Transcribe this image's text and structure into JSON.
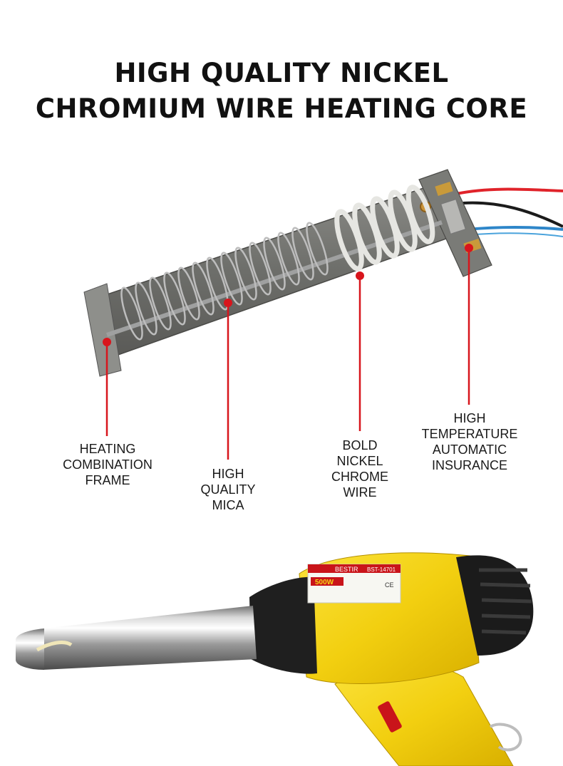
{
  "headline": {
    "line1": "HIGH QUALITY NICKEL",
    "line2": "CHROMIUM WIRE HEATING CORE"
  },
  "callouts": {
    "frame": {
      "lines": [
        "HEATING",
        "COMBINATION",
        "FRAME"
      ]
    },
    "mica": {
      "lines": [
        "HIGH",
        "QUALITY",
        "MICA"
      ]
    },
    "wire": {
      "lines": [
        "BOLD",
        "NICKEL",
        "CHROME",
        "WIRE"
      ]
    },
    "insurance": {
      "lines": [
        "HIGH",
        "TEMPERATURE",
        "AUTOMATIC",
        "INSURANCE"
      ]
    }
  },
  "gun_label": {
    "brand": "BESTIR",
    "model": "BST-14701",
    "power": "500W",
    "ce": "CE"
  },
  "colors": {
    "callout_line": "#d8151c",
    "gun_body": "#f4d416",
    "wire_red": "#e0232a",
    "wire_blue": "#2e86c9",
    "wire_black": "#1b1b1b"
  },
  "icons": {
    "heating-core": "ceramic frame with coiled nickel chrome wire",
    "heat-gun": "yellow plastic welding hot air gun"
  }
}
